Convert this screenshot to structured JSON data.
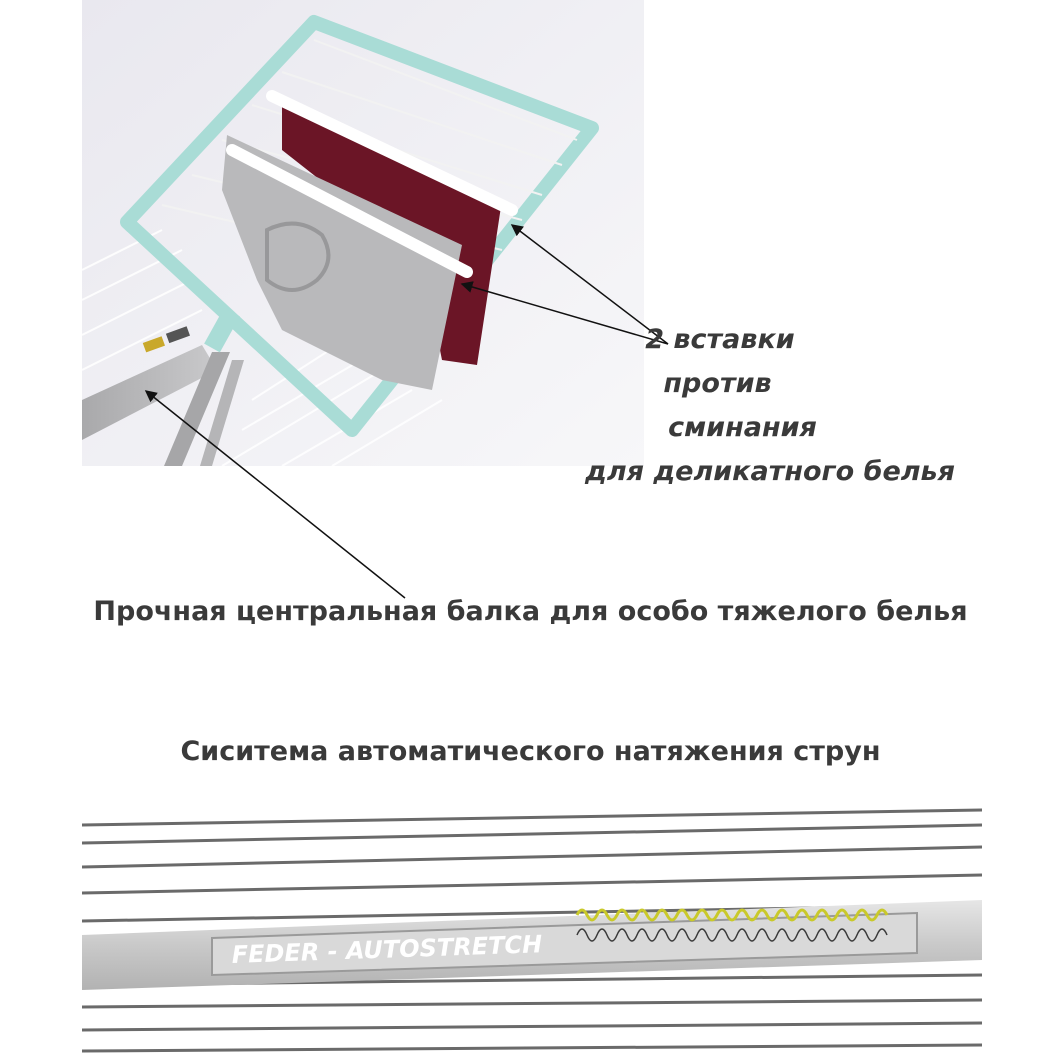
{
  "callout_antiwrinkle": {
    "line1": "2 вставки",
    "line2": "против",
    "line3": "сминания",
    "line4": "для деликатного белья"
  },
  "caption_beam": "Прочная центральная балка для особо тяжелого белья",
  "caption_tension": "Сиситема автоматического натяжения струн",
  "feder_label": "FEDER - AUTOSTRETCH",
  "colors": {
    "frame": "#a9dcd6",
    "burgundy": "#6b1526",
    "grey_cloth": "#b9b9bb",
    "beam": "#c9c9c9",
    "spring": "#c9c92a",
    "text": "#3a3a3a"
  }
}
